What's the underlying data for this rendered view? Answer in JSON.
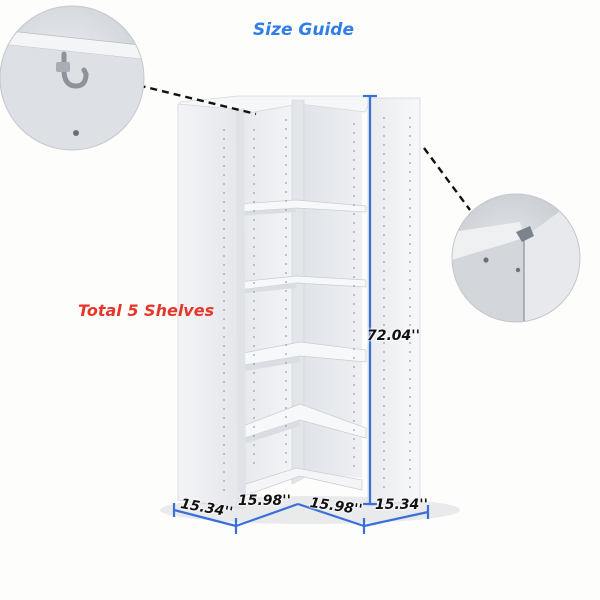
{
  "title": "Size Guide",
  "shelves_label": "Total 5 Shelves",
  "dimensions": {
    "height": "72.04''",
    "left_side_depth": "15.34''",
    "left_front_width": "15.98''",
    "right_front_width": "15.98''",
    "right_side_depth": "15.34''"
  },
  "colors": {
    "title": "#2f7fe6",
    "shelves_label": "#e5372a",
    "dimension_line": "#3a6fd8",
    "dimension_text": "#111111",
    "panel": "#f1f2f5"
  },
  "product": {
    "shelf_count": 5,
    "detail_views": [
      "hanging-bracket-closeup-icon",
      "corner-joint-closeup-icon"
    ]
  }
}
